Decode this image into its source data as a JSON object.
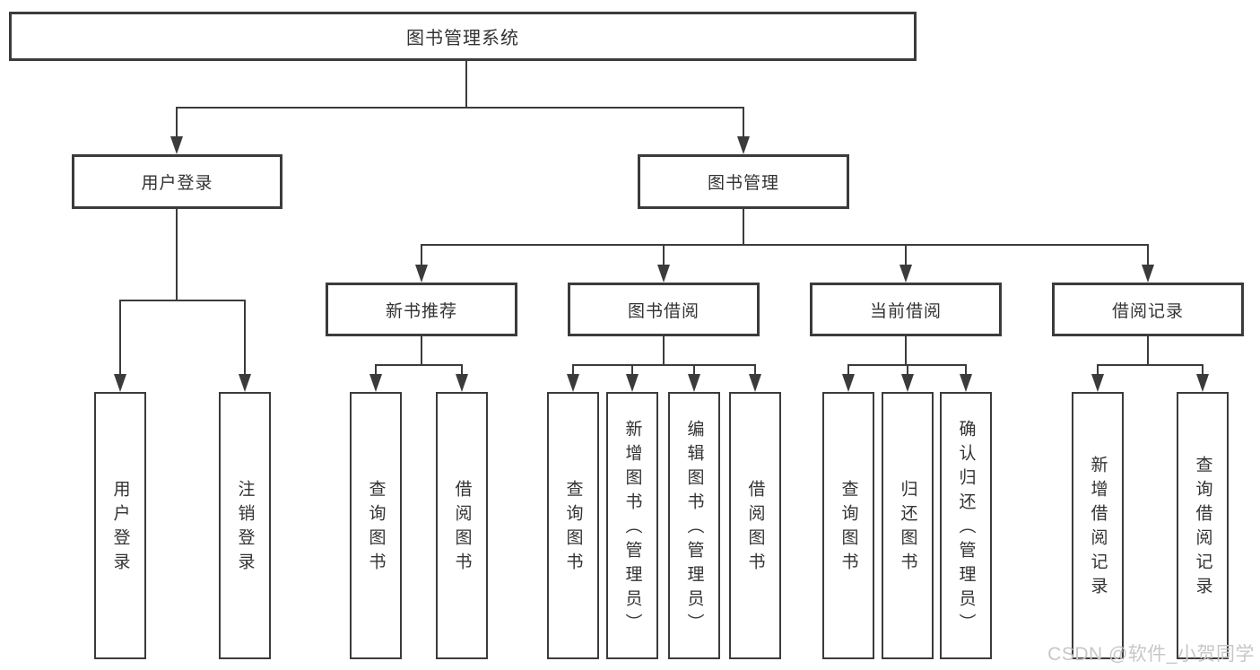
{
  "colors": {
    "line": "#3b3b3b",
    "text": "#333333",
    "watermark": "#c7c7c7",
    "background": "#ffffff"
  },
  "watermark": {
    "text": "CSDN @软件_小贺同学"
  },
  "tree": {
    "label": "图书管理系统",
    "children": [
      {
        "label": "用户登录",
        "children": [
          {
            "label": "用户登录"
          },
          {
            "label": "注销登录"
          }
        ]
      },
      {
        "label": "图书管理",
        "children": [
          {
            "label": "新书推荐",
            "children": [
              {
                "label": "查询图书"
              },
              {
                "label": "借阅图书"
              }
            ]
          },
          {
            "label": "图书借阅",
            "children": [
              {
                "label": "查询图书"
              },
              {
                "label": "新增图书（管理员）"
              },
              {
                "label": "编辑图书（管理员）"
              },
              {
                "label": "借阅图书"
              }
            ]
          },
          {
            "label": "当前借阅",
            "children": [
              {
                "label": "查询图书"
              },
              {
                "label": "归还图书"
              },
              {
                "label": "确认归还（管理员）"
              }
            ]
          },
          {
            "label": "借阅记录",
            "children": [
              {
                "label": "新增借阅记录"
              },
              {
                "label": "查询借阅记录"
              }
            ]
          }
        ]
      }
    ]
  }
}
